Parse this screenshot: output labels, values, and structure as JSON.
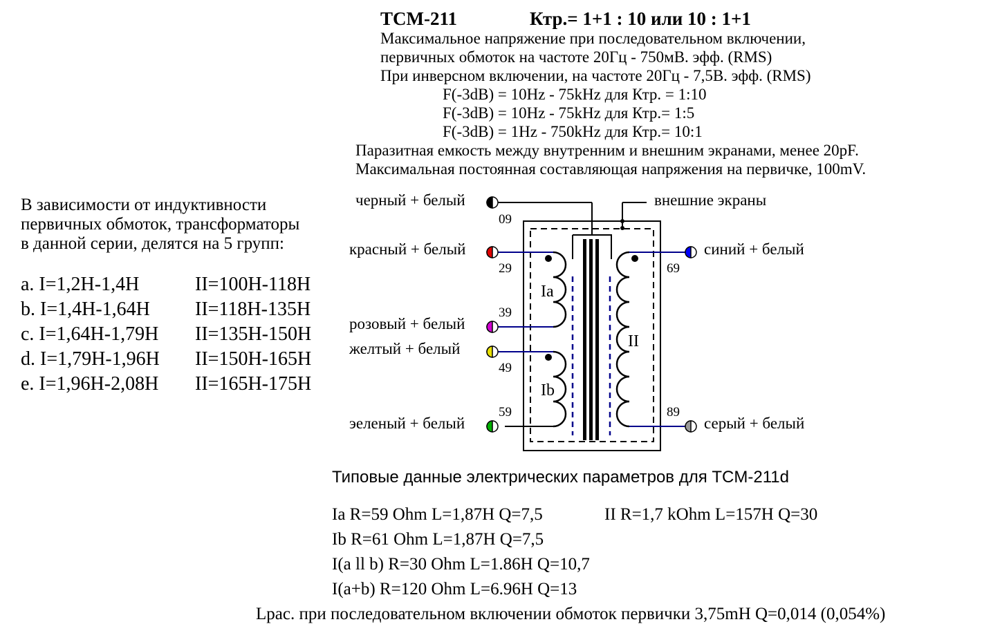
{
  "header": {
    "model": "TCM-211",
    "ratio": "Ктр.= 1+1 : 10 или 10 : 1+1"
  },
  "specs": [
    "Максимальное напряжение при последовательном включении,",
    "первичных обмоток на частоте 20Гц - 750мВ. эфф. (RMS)",
    "При инверсном включении, на частоте 20Гц - 7,5В. эфф. (RMS)",
    "F(-3dB) = 10Hz - 75kHz для Ктр. = 1:10",
    "F(-3dB) = 10Hz - 75kHz для Ктр.= 1:5",
    "F(-3dB) = 1Hz - 750kHz для Ктр.= 10:1",
    "Паразитная емкость между внутренним и внешним экранами, менее 20pF.",
    "Максимальная постоянная составляющая напряжения на первичке, 100mV."
  ],
  "left_text": [
    "В зависимости от индуктивности",
    "первичных обмоток, трансформаторы",
    "в данной серии, делятся на 5 групп:"
  ],
  "groups": [
    {
      "primary": "a. I=1,2H-1,4H",
      "secondary": "II=100H-118H"
    },
    {
      "primary": "b. I=1,4H-1,64H",
      "secondary": "II=118H-135H"
    },
    {
      "primary": "c. I=1,64H-1,79H",
      "secondary": "II=135H-150H"
    },
    {
      "primary": "d. I=1,79H-1,96H",
      "secondary": "II=150H-165H"
    },
    {
      "primary": "e. I=1,96H-2,08H",
      "secondary": "II=165H-175H"
    }
  ],
  "diagram": {
    "wires": [
      {
        "label": "черный + белый",
        "pin": "09",
        "color": "#000000"
      },
      {
        "label": "красный + белый",
        "pin": "29",
        "color": "#e00000"
      },
      {
        "label": "розовый + белый",
        "pin": "39",
        "color": "#d000d0"
      },
      {
        "label": "желтый + белый",
        "pin": "49",
        "color": "#e8e000"
      },
      {
        "label": "эеленый + белый",
        "pin": "59",
        "color": "#00b000"
      },
      {
        "label": "синий + белый",
        "pin": "69",
        "color": "#0000ff"
      },
      {
        "label": "серый + белый",
        "pin": "89",
        "color": "#9a9a9a"
      }
    ],
    "shield_label": "внешние экраны",
    "coils": {
      "ia": "Ia",
      "ib": "Ib",
      "ii": "II"
    },
    "winding_line_color": "#00008b",
    "shield_dash_color": "#00008b"
  },
  "typical": {
    "title": "Типовые данные электрических параметров для TCM-211d",
    "rows": [
      "Ia R=59 Ohm L=1,87H Q=7,5",
      "Ib R=61 Ohm L=1,87H Q=7,5",
      "I(a ll b)  R=30 Ohm L=1.86H Q=10,7",
      "I(a+b)  R=120 Ohm L=6.96H Q=13"
    ],
    "ii_row": "II R=1,7 kOhm L=157H Q=30",
    "leakage": "Lрас. при последовательном включении обмоток первички 3,75mH Q=0,014 (0,054%)"
  }
}
